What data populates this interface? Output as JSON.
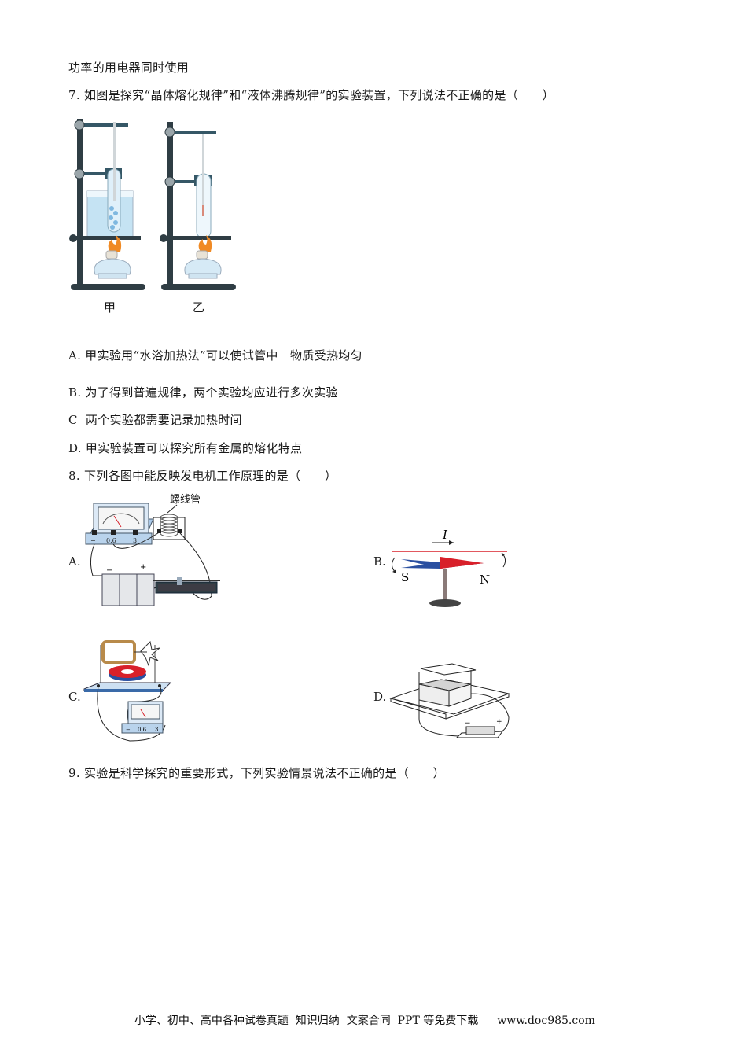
{
  "continuation": "功率的用电器同时使用",
  "q7": {
    "stem": "7. 如图是探究“晶体熔化规律”和“液体沸腾规律”的实验装置，下列说法不正确的是（　　）",
    "figure": {
      "labels": [
        "甲",
        "乙"
      ]
    },
    "options": [
      "A. 甲实验用“水浴加热法”可以使试管中　物质受热均匀",
      "B. 为了得到普遍规律，两个实验均应进行多次实验",
      "C  两个实验都需要记录加热时间",
      "D. 甲实验装置可以探究所有金属的熔化特点"
    ]
  },
  "q8": {
    "stem": "8. 下列各图中能反映发电机工作原理的是（　　）",
    "figures": {
      "A": {
        "label": "A.",
        "coil_label": "螺线管",
        "meter_terminals": [
          "−",
          "0.6",
          "3"
        ],
        "battery_signs": [
          "−",
          "+"
        ]
      },
      "B": {
        "label": "B.",
        "current_label": "I",
        "pole_left": "S",
        "pole_right": "N"
      },
      "C": {
        "label": "C.",
        "meter_terminals": [
          "−",
          "0.6",
          "3"
        ]
      },
      "D": {
        "label": "D.",
        "battery_signs": [
          "−",
          "+"
        ]
      }
    }
  },
  "q9": {
    "stem": "9. 实验是科学探究的重要形式，下列实验情景说法不正确的是（　　）"
  },
  "footer": {
    "text": "小学、初中、高中各种试卷真题  知识归纳  文案合同  PPT 等免费下载",
    "url": "www.doc985.com"
  },
  "colors": {
    "stand": "#2f3d44",
    "water": "#bfe0f2",
    "flame": "#f08a24",
    "red": "#d8202a",
    "blue": "#2a4fa0"
  }
}
